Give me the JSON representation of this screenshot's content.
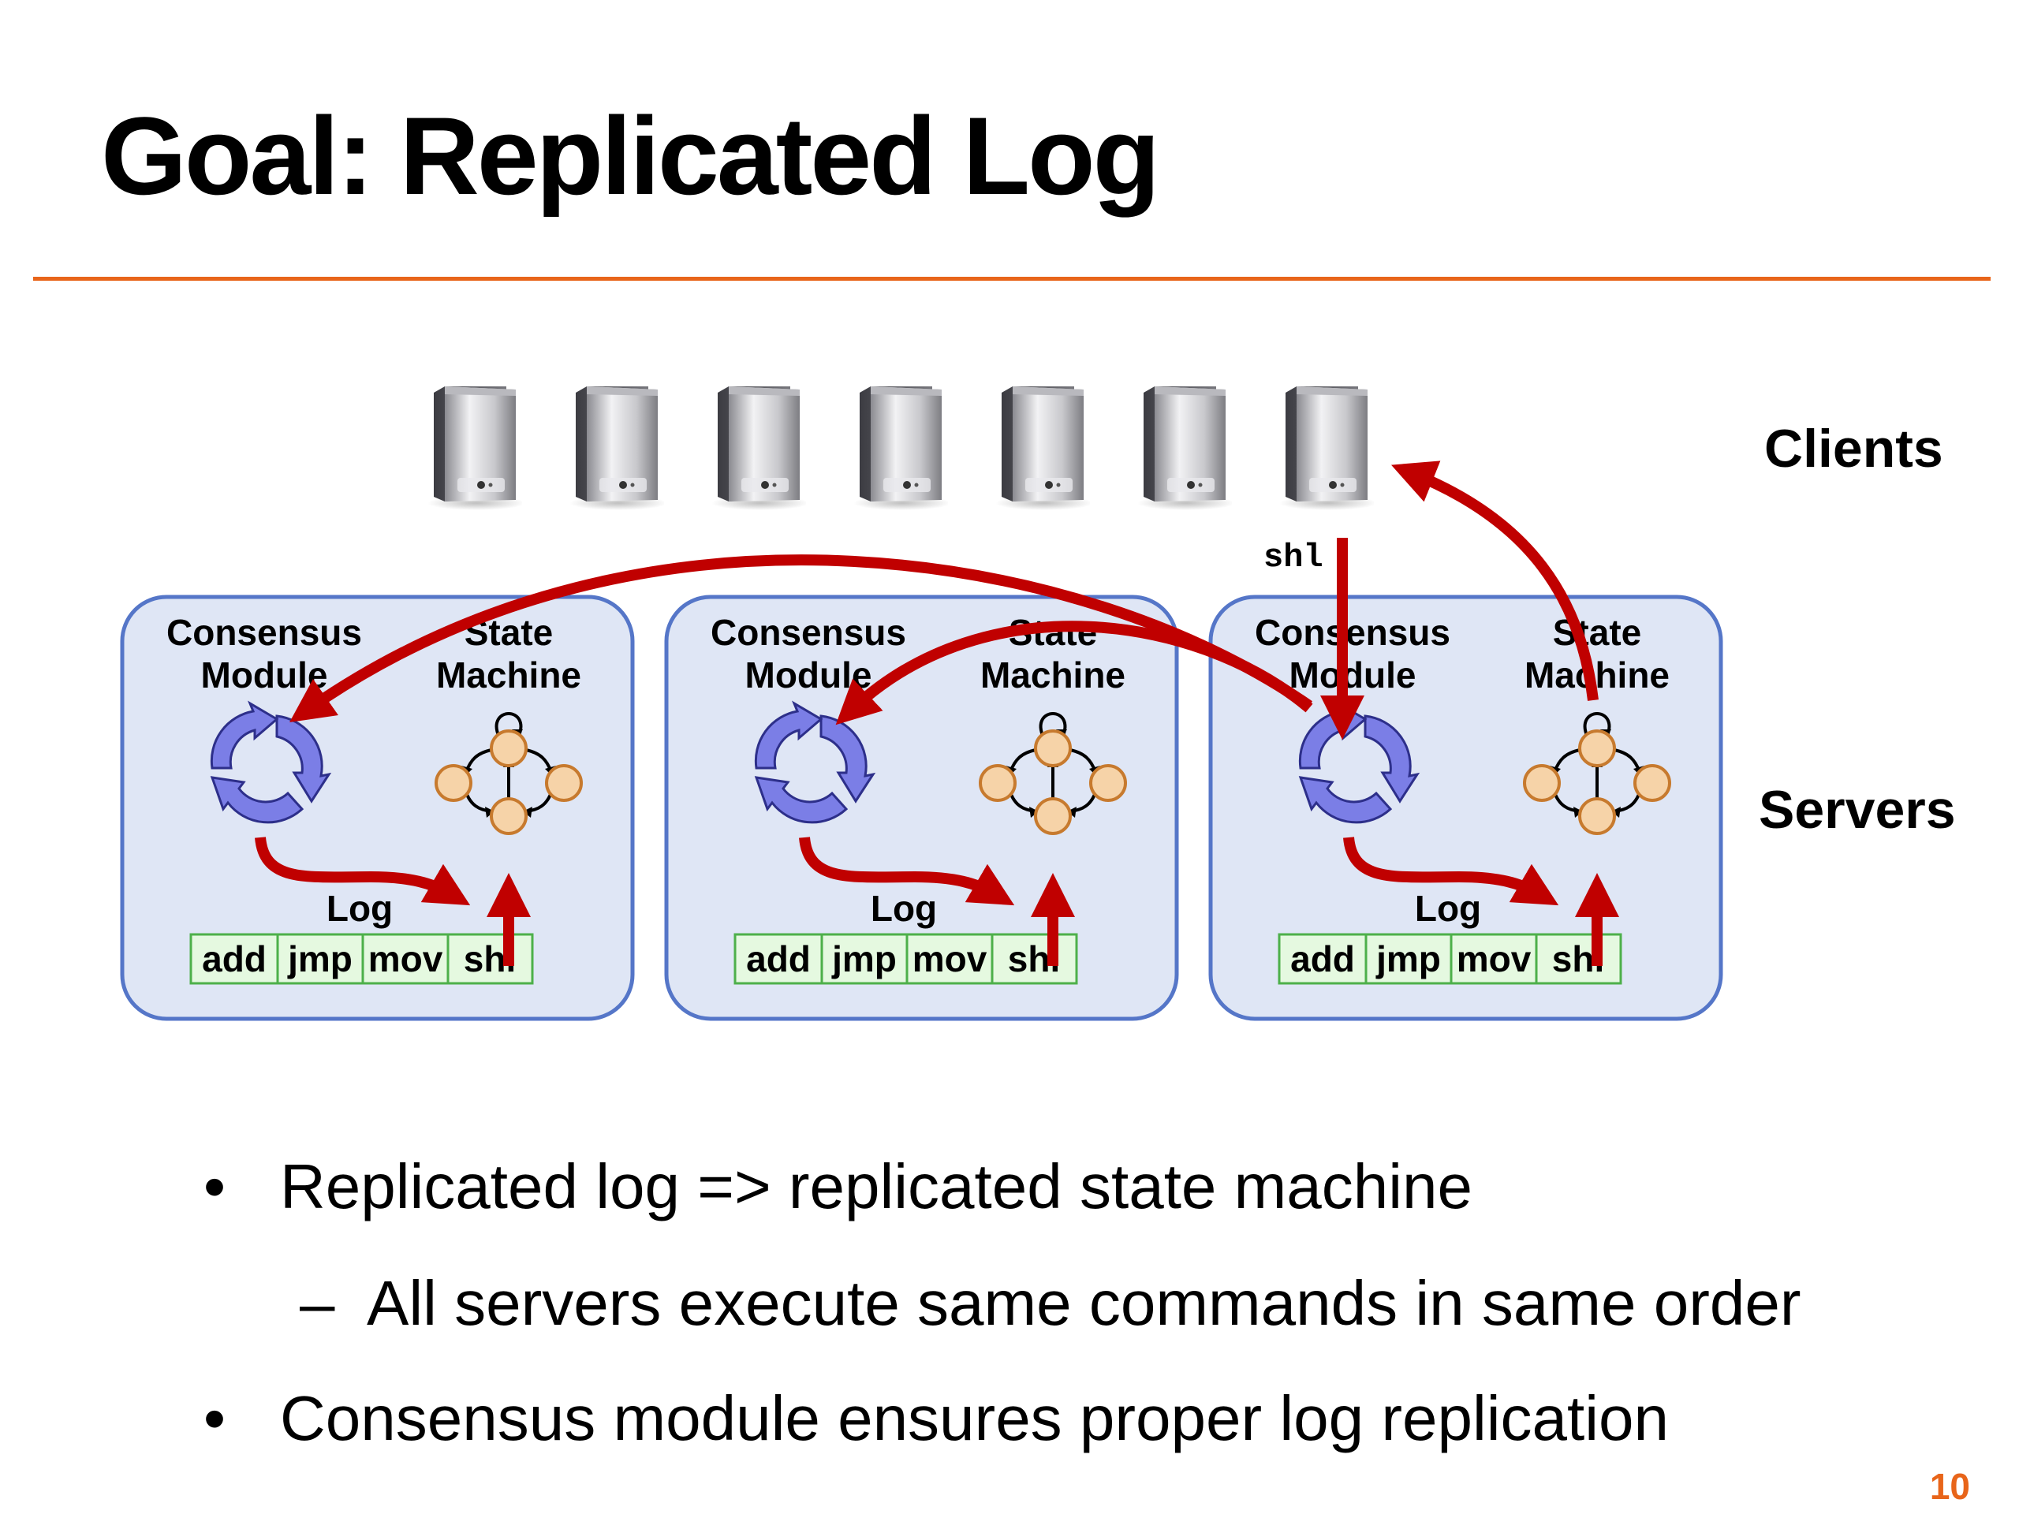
{
  "title": "Goal: Replicated Log",
  "labels": {
    "clients": "Clients",
    "servers": "Servers"
  },
  "client_request": "shl",
  "server_boxes": [
    {
      "consensus_label": [
        "Consensus",
        "Module"
      ],
      "state_label": [
        "State",
        "Machine"
      ],
      "log_label": "Log",
      "log_entries": [
        "add",
        "jmp",
        "mov",
        "shl"
      ]
    },
    {
      "consensus_label": [
        "Consensus",
        "Module"
      ],
      "state_label": [
        "State",
        "Machine"
      ],
      "log_label": "Log",
      "log_entries": [
        "add",
        "jmp",
        "mov",
        "shl"
      ]
    },
    {
      "consensus_label": [
        "Consensus",
        "Module"
      ],
      "state_label": [
        "State",
        "Machine"
      ],
      "log_label": "Log",
      "log_entries": [
        "add",
        "jmp",
        "mov",
        "shl"
      ]
    }
  ],
  "bullets": {
    "b1": {
      "marker": "•",
      "text": "Replicated log => replicated state machine"
    },
    "b2": {
      "marker": "–",
      "text": "All servers execute same commands in same order"
    },
    "b3": {
      "marker": "•",
      "text": "Consensus module ensures proper log replication"
    }
  },
  "page_number": "10",
  "colors": {
    "accent": "#e8651a",
    "arrow": "#c00000",
    "server_box_fill": "#dfe6f5",
    "server_box_stroke": "#5576c8",
    "consensus_icon": "#7b7ee6",
    "state_node": "#f6d3a8",
    "log_cell": "#e5f9e0",
    "log_cell_stroke": "#4db04a"
  },
  "icons": {
    "client": "computer-tower-icon",
    "consensus": "cycle-arrows-icon",
    "state_machine": "state-graph-icon"
  }
}
